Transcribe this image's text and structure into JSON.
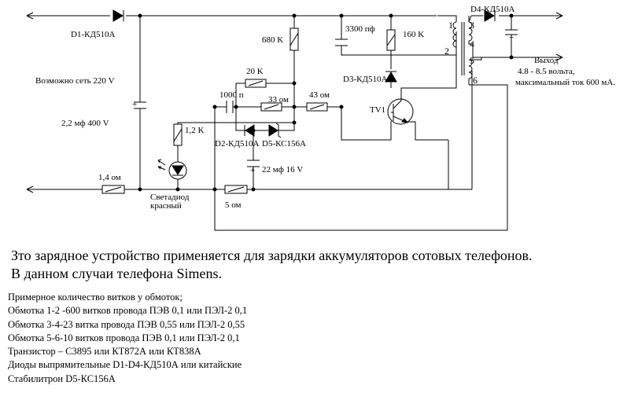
{
  "labels": {
    "d1": "D1-КД510А",
    "d4": "D4-КД510А",
    "mains": "Возможно сеть 220 V",
    "c1": "2,2 мф 400 V",
    "r_680k": "680 K",
    "c_3300": "3300 пф",
    "r_160k": "160 K",
    "d3": "D3-КД510А",
    "r_20k": "20 K",
    "c_1000": "1000 п",
    "r_33": "33 ом",
    "r_43": "43 ом",
    "tv1": "TV1",
    "r_1_2k": "1,2 K",
    "d2": "D2-КД510А",
    "d5": "D5-КС156А",
    "c_22": "22 мф 16 V",
    "r_1_4": "1,4 ом",
    "led_line1": "Светадиод",
    "led_line2": "красный",
    "r_5": "5 ом",
    "out_title": "Выход",
    "out_line1": "4.8 - 8.5 вольта,",
    "out_line2": "максимальный ток 600 мА.",
    "pin1": "1",
    "pin2": "2",
    "pin3": "3",
    "pin4": "4",
    "pin5": "5",
    "pin6": "6",
    "plus": "+"
  },
  "description": [
    "Зто зарядное устройство применяется для зарядки аккумуляторов сотовых телефонов.",
    "В данном случаи телефона Simens."
  ],
  "notes": [
    "Примерное количество витков у обмоток;",
    "Обмотка 1-2 -600 витков провода ПЭВ 0,1 или ПЭЛ-2 0,1",
    "Обмотка 3-4-23 витка провода ПЭВ 0,55 или ПЭЛ-2 0,55",
    "Обмотка 5-6-10 витков провода ПЭВ 0,1 или ПЭЛ-2 0,1",
    "Транзистор – C3895 или КТ872А или КТ838А",
    "Диоды  выпрямительные D1-D4-КД510А или китайские",
    "Стабилитрон D5-КС156А"
  ]
}
